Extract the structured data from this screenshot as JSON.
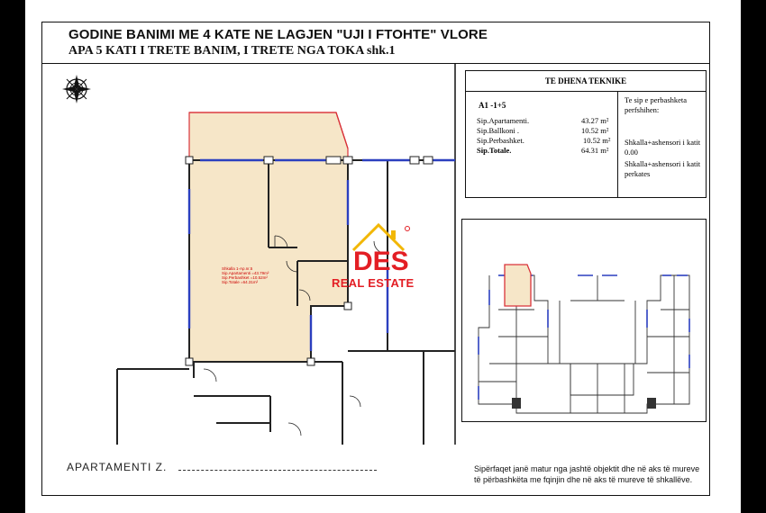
{
  "header": {
    "title": "GODINE BANIMI ME 4 KATE NE LAGJEN \"UJI I FTOHTE\" VLORE",
    "subtitle": "APA 5 KATI I TRETE BANIM, I TRETE NGA TOKA  shk.1"
  },
  "tech": {
    "title": "TE DHENA TEKNIKE",
    "code": "A1 -1+5",
    "rows": [
      {
        "label": "Sip.Apartamenti.",
        "value": "43.27 m²"
      },
      {
        "label": "Sip.Ballkoni .",
        "value": "10.52 m²"
      },
      {
        "label": "Sip.Perbashket.",
        "value": "10.52 m²"
      },
      {
        "label": "Sip.Totale.",
        "value": "64.31 m²"
      }
    ],
    "note_header": "Te sip e perbashketa perfshihen:",
    "note_items": [
      "Shkalla+ashensori i katit 0.00",
      "Shkalla+ashensori i katit perkates"
    ]
  },
  "room_label": {
    "line1": "Shkalla 1-Ap.nr.5",
    "line2": "Sip.Apartamenti  =43.79m²",
    "line3": "Sip.Perbashket   =10.52m²",
    "line4": "Sip.Totale       =64.31m²"
  },
  "watermark": {
    "text": "REAL ESTATE",
    "logo_text": "DES"
  },
  "footer": {
    "apartment_label": "APARTAMENTI  Z.",
    "note": "Sipërfaqet janë matur nga jashtë objektit dhe në aks të mureve të përbashkëta me fqinjin dhe në aks të mureve të shkallëve."
  },
  "colors": {
    "highlight_fill": "#f6e6c8",
    "highlight_stroke": "#d9333a",
    "window_blue": "#2b3fbf",
    "brand_red": "#e31e24"
  }
}
